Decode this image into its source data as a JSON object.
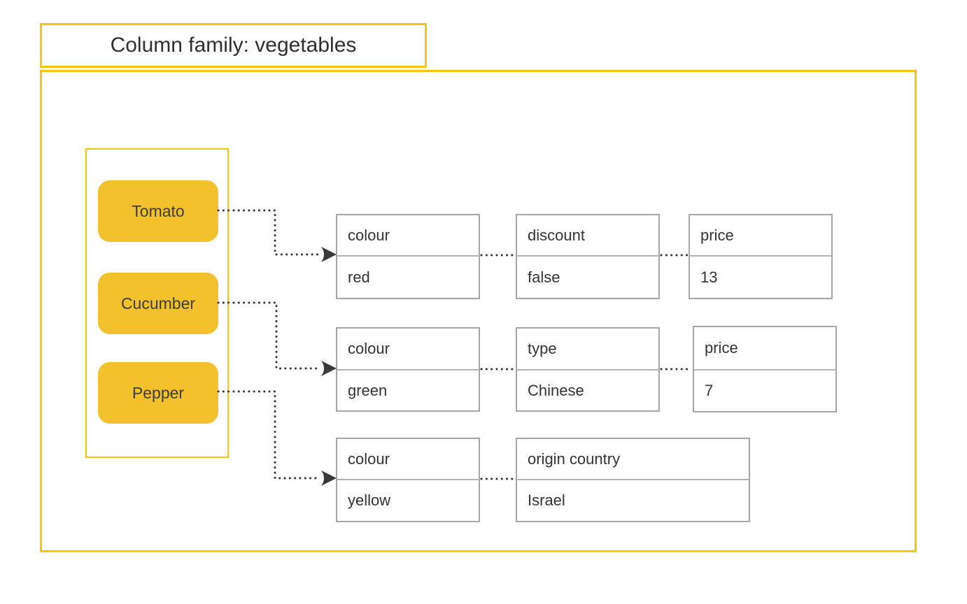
{
  "title": "Column family: vegetables",
  "colors": {
    "frame_yellow": "#F9C513",
    "key_yellow": "#F3C12B",
    "box_border_gray": "#A6A6A6",
    "text_dark": "#333333",
    "connector_dark": "#333333"
  },
  "rows": [
    {
      "key": "Tomato",
      "columns": [
        {
          "name": "colour",
          "value": "red"
        },
        {
          "name": "discount",
          "value": "false"
        },
        {
          "name": "price",
          "value": "13"
        }
      ]
    },
    {
      "key": "Cucumber",
      "columns": [
        {
          "name": "colour",
          "value": "green"
        },
        {
          "name": "type",
          "value": "Chinese"
        },
        {
          "name": "price",
          "value": "7"
        }
      ]
    },
    {
      "key": "Pepper",
      "columns": [
        {
          "name": "colour",
          "value": "yellow"
        },
        {
          "name": "origin country",
          "value": "Israel"
        }
      ]
    }
  ]
}
